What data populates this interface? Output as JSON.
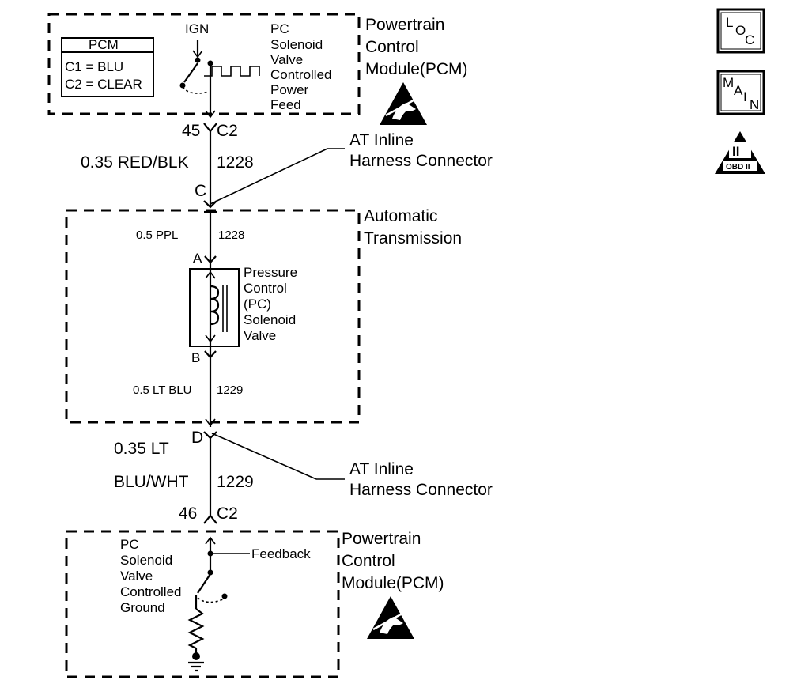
{
  "top_pcm": {
    "title": "Powertrain",
    "title2": "Control",
    "title3": "Module(PCM)",
    "legend": {
      "header": "PCM",
      "line1": "C1 = BLU",
      "line2": "C2 = CLEAR"
    },
    "ign": "IGN",
    "feed_label": [
      "PC",
      "Solenoid",
      "Valve",
      "Controlled",
      "Power",
      "Feed"
    ]
  },
  "connector_top": {
    "pin": "45",
    "conn": "C2"
  },
  "wire_top": {
    "gauge_color": "0.35 RED/BLK",
    "circuit": "1228"
  },
  "inline_c": {
    "pin": "C",
    "label1": "AT Inline",
    "label2": "Harness Connector"
  },
  "transmission": {
    "title": "Automatic",
    "title2": "Transmission",
    "wire_a": {
      "gauge_color": "0.5 PPL",
      "circuit": "1228"
    },
    "pin_a": "A",
    "solenoid": [
      "Pressure",
      "Control",
      "(PC)",
      "Solenoid",
      "Valve"
    ],
    "pin_b": "B",
    "wire_b": {
      "gauge_color": "0.5 LT BLU",
      "circuit": "1229"
    }
  },
  "inline_d": {
    "pin": "D",
    "label1": "AT Inline",
    "label2": "Harness Connector"
  },
  "wire_bottom": {
    "gauge_color_1": "0.35 LT",
    "gauge_color_2": "BLU/WHT",
    "circuit": "1229"
  },
  "connector_bottom": {
    "pin": "46",
    "conn": "C2"
  },
  "bottom_pcm": {
    "title": "Powertrain",
    "title2": "Control",
    "title3": "Module(PCM)",
    "feedback": "Feedback",
    "ground_label": [
      "PC",
      "Solenoid",
      "Valve",
      "Controlled",
      "Ground"
    ]
  },
  "side_icons": {
    "loc": [
      "L",
      "O",
      "C"
    ],
    "main": [
      "M",
      "A",
      "I",
      "N"
    ],
    "obd": {
      "numeral": "II",
      "text": "OBD II"
    }
  },
  "icons": [
    "esd-warning-icon",
    "loc-icon",
    "main-icon",
    "obd-ii-icon",
    "ground-icon"
  ]
}
